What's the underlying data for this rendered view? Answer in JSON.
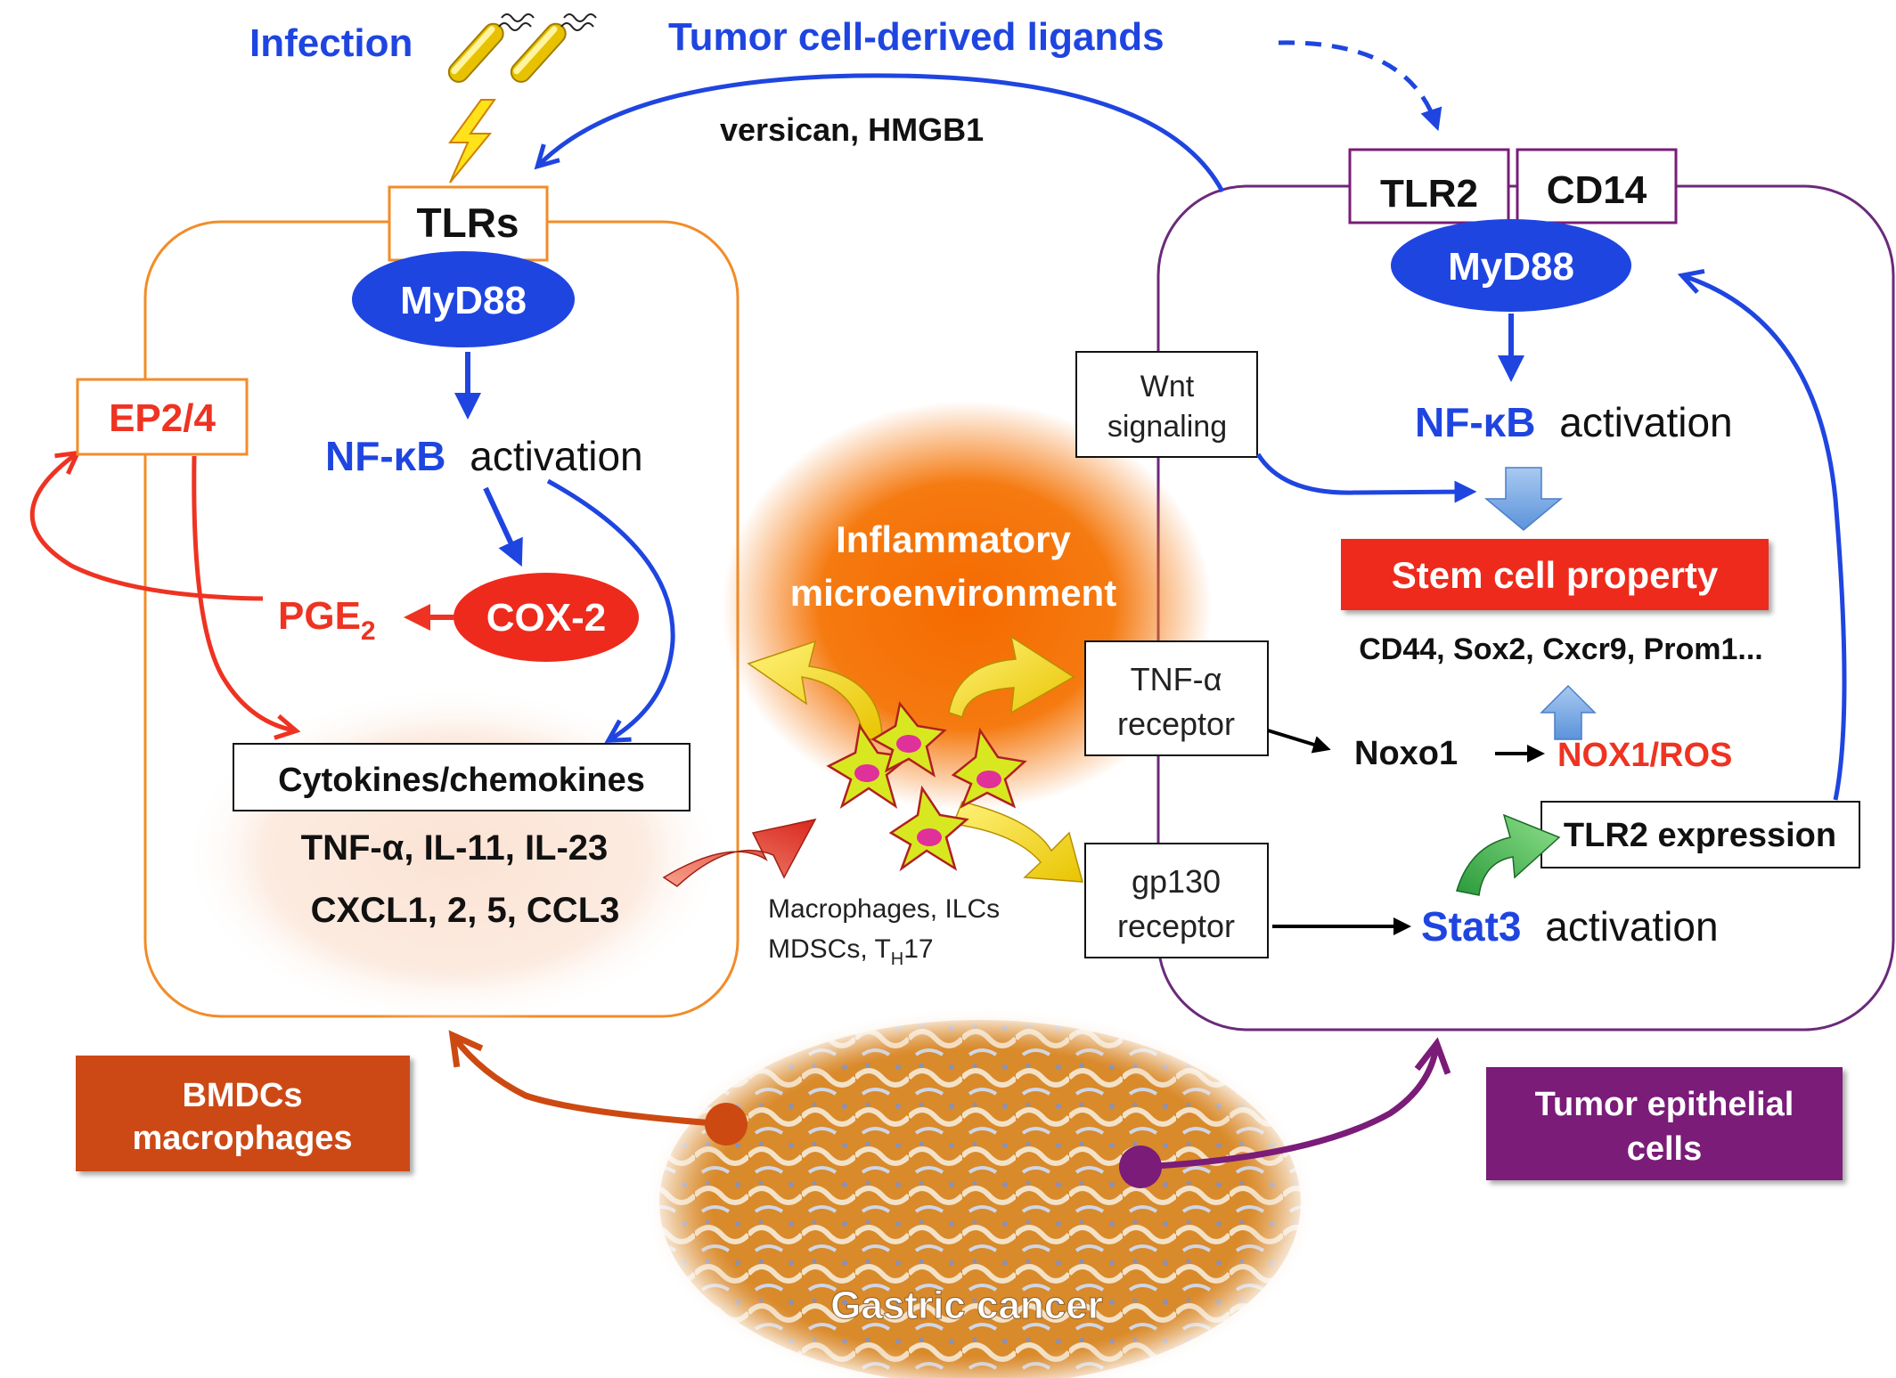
{
  "labels": {
    "infection": "Infection",
    "tumor_ligands": "Tumor cell-derived ligands",
    "ligand_examples": "versican, HMGB1",
    "tlrs": "TLRs",
    "myd88_left": "MyD88",
    "nfkb_left": "NF-κB",
    "activation_left": "activation",
    "ep24": "EP2/4",
    "pge2": "PGE",
    "pge2_sub": "2",
    "cox2": "COX-2",
    "cytokines_box": "Cytokines/chemokines",
    "cytokines_line1": "TNF-α, IL-11, IL-23",
    "cytokines_line2": "CXCL1, 2, 5, CCL3",
    "inflam_line1": "Inflammatory",
    "inflam_line2": "microenvironment",
    "immune_line1": "Macrophages, ILCs",
    "immune_line2_pre": "MDSCs, T",
    "immune_line2_sub": "H",
    "immune_line2_post": "17",
    "tlr2": "TLR2",
    "cd14": "CD14",
    "myd88_right": "MyD88",
    "wnt_line1": "Wnt",
    "wnt_line2": "signaling",
    "nfkb_right": "NF-κB",
    "activation_right": "activation",
    "stem": "Stem cell property",
    "stem_markers": "CD44, Sox2, Cxcr9, Prom1...",
    "tnfr_line1": "TNF-α",
    "tnfr_line2": "receptor",
    "noxo1": "Noxo1",
    "nox1": "NOX1/ROS",
    "tlr2_expr": "TLR2 expression",
    "gp130_line1": "gp130",
    "gp130_line2": "receptor",
    "stat3": "Stat3",
    "stat3_activation": "activation",
    "bmdc_line1": "BMDCs",
    "bmdc_line2": "macrophages",
    "tumor_epi_line1": "Tumor epithelial",
    "tumor_epi_line2": "cells",
    "gastric": "Gastric cancer"
  },
  "colors": {
    "blue": "#1f45e0",
    "red": "#ee3322",
    "orange_border": "#f28c28",
    "purple_border": "#6b2a7a",
    "bmdc_fill": "#cc4a12",
    "tumor_fill": "#7a1c78",
    "stem_fill": "#ee2a1c",
    "inflammation": "#f56a00",
    "tissue": "#d98a2a"
  },
  "icons": {
    "bacteria": "bacteria-icon",
    "lightning": "lightning-icon",
    "immune_cells": "immune-cell-icon"
  }
}
